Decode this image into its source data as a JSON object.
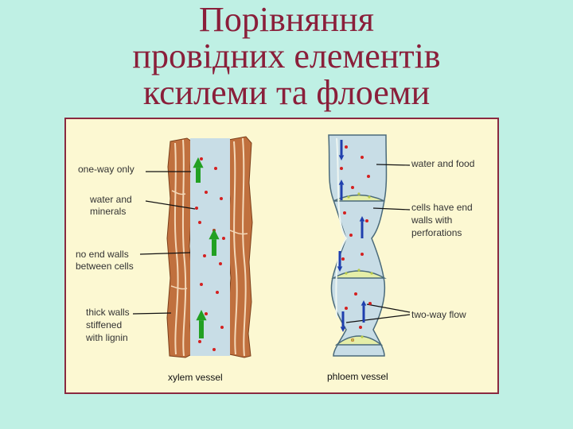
{
  "title": {
    "line1": "Порівняння",
    "line2": "провідних елементів",
    "line3": "ксилеми та флоеми"
  },
  "xylem": {
    "labels": {
      "one_way": "one-way only",
      "water_1": "water and",
      "water_2": "minerals",
      "noend_1": "no end walls",
      "noend_2": "between cells",
      "thick_1": "thick walls",
      "thick_2": "stiffened",
      "thick_3": "with lignin"
    },
    "caption": "xylem vessel"
  },
  "phloem": {
    "labels": {
      "water_food": "water and food",
      "cells_1": "cells have end",
      "cells_2": "walls with",
      "cells_3": "perforations",
      "two_way": "two-way flow"
    },
    "caption": "phloem vessel"
  },
  "colors": {
    "title": "#8a1f3a",
    "background": "#bff0e4",
    "panel": "#fcf8d2",
    "panel_border": "#8a2a40",
    "vessel_fill": "#c8dde6",
    "wood": "#c0703e",
    "sieve_plate": "#e5eea8",
    "arrow_up": "#22a022",
    "arrow_blue": "#1f3fae",
    "dot": "#d42020"
  },
  "icons": [
    "green-up-arrow-icon",
    "blue-up-arrow-icon",
    "blue-down-arrow-icon"
  ]
}
